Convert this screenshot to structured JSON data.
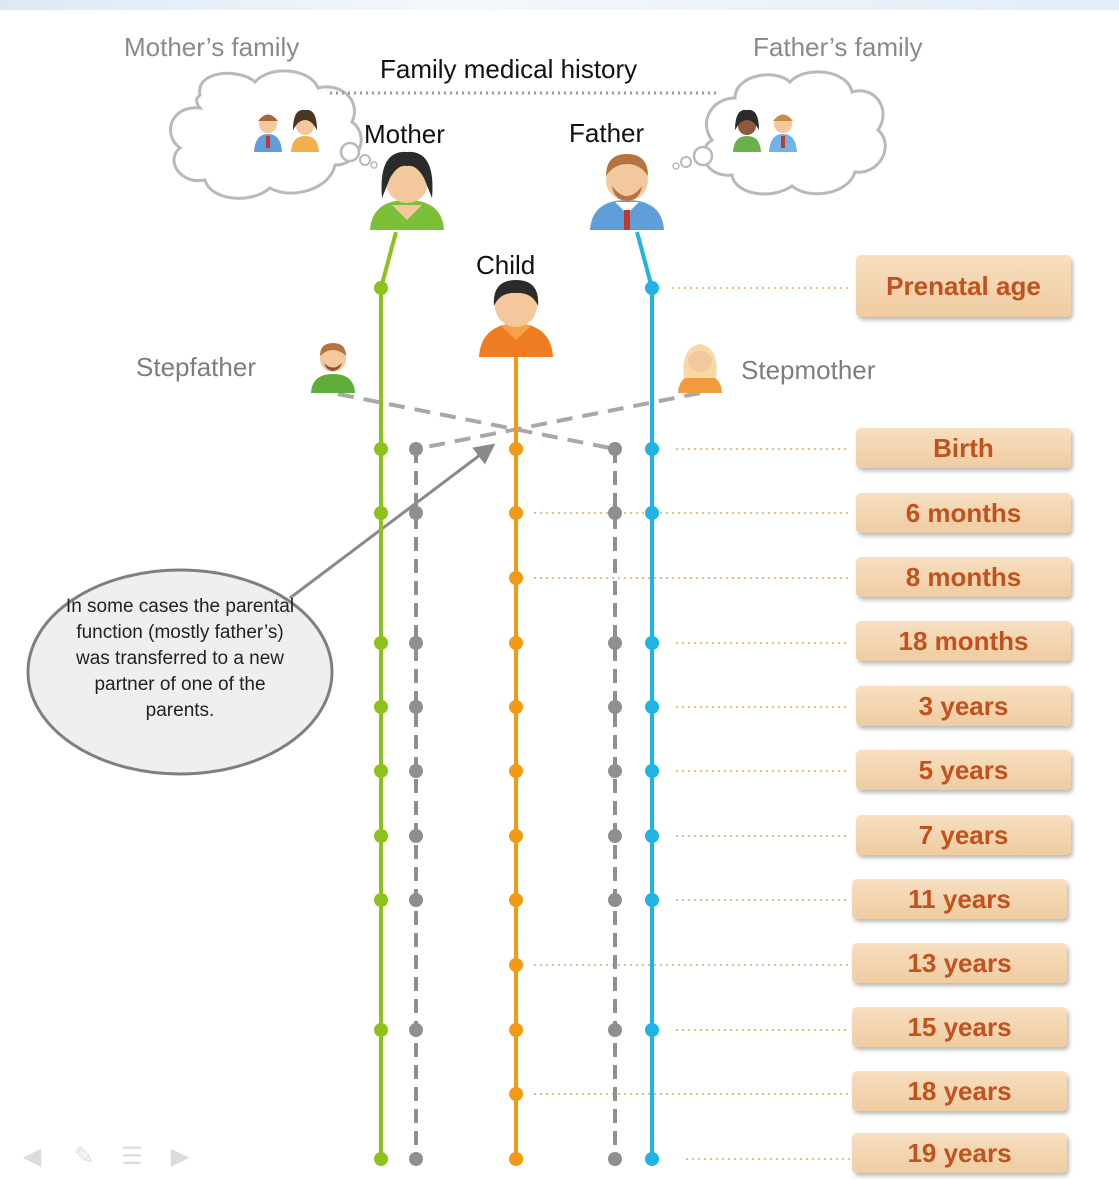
{
  "title": "Family medical history",
  "families": {
    "mother": "Mother’s family",
    "father": "Father’s family"
  },
  "people": {
    "mother": "Mother",
    "father": "Father",
    "child": "Child",
    "stepfather": "Stepfather",
    "stepmother": "Stepmother"
  },
  "callout": "In some cases the parental function (mostly father’s) was transferred to a new partner of one of the parents.",
  "stages": [
    "Prenatal age",
    "Birth",
    "6 months",
    "8 months",
    "18 months",
    "3 years",
    "5 years",
    "7 years",
    "11 years",
    "13 years",
    "15 years",
    "18 years",
    "19 years"
  ],
  "colors": {
    "mother_line": "#8cc21b",
    "father_line": "#1fb3e6",
    "child_line": "#f39a14",
    "step_line": "#8f8f8f",
    "tag_text": "#c2521c"
  },
  "icons": {
    "navigation": [
      "arrow-left-icon",
      "pencil-icon",
      "menu-icon",
      "arrow-right-icon"
    ]
  }
}
